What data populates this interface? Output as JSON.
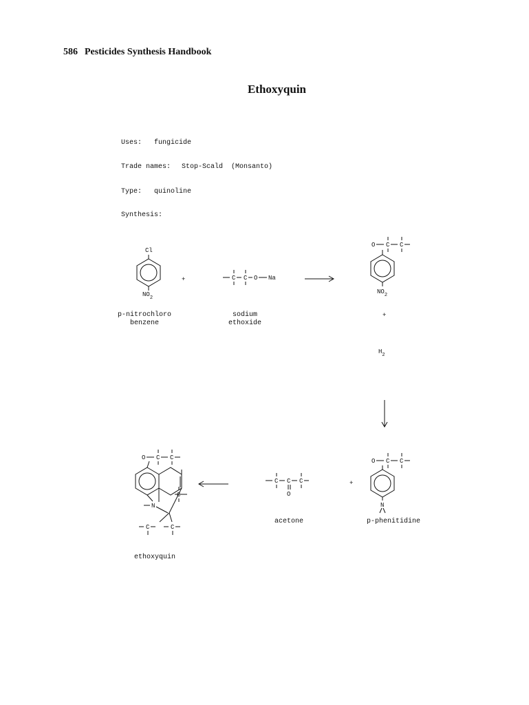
{
  "header": {
    "page_number": "586",
    "book_title": "Pesticides Synthesis Handbook"
  },
  "compound": {
    "title": "Ethoxyquin"
  },
  "fields": {
    "uses_label": "Uses:",
    "uses_value": "fungicide",
    "trade_label": "Trade names:",
    "trade_value": "Stop-Scald",
    "trade_company": "(Monsanto)",
    "type_label": "Type:",
    "type_value": "quinoline",
    "synthesis_label": "Synthesis:"
  },
  "reactants": {
    "pnitro_line1": "p-nitrochloro",
    "pnitro_line2": "benzene",
    "sodium_line1": "sodium",
    "sodium_line2": "ethoxide",
    "hydrogen": "H",
    "hydrogen_sub": "2",
    "acetone": "acetone",
    "phenitidine": "p-phenitidine",
    "product": "ethoxyquin",
    "plus": "+"
  },
  "atoms": {
    "cl": "Cl",
    "no2": "NO",
    "no2_sub": "2",
    "o": "O",
    "na": "Na",
    "c": "C",
    "n": "N"
  }
}
